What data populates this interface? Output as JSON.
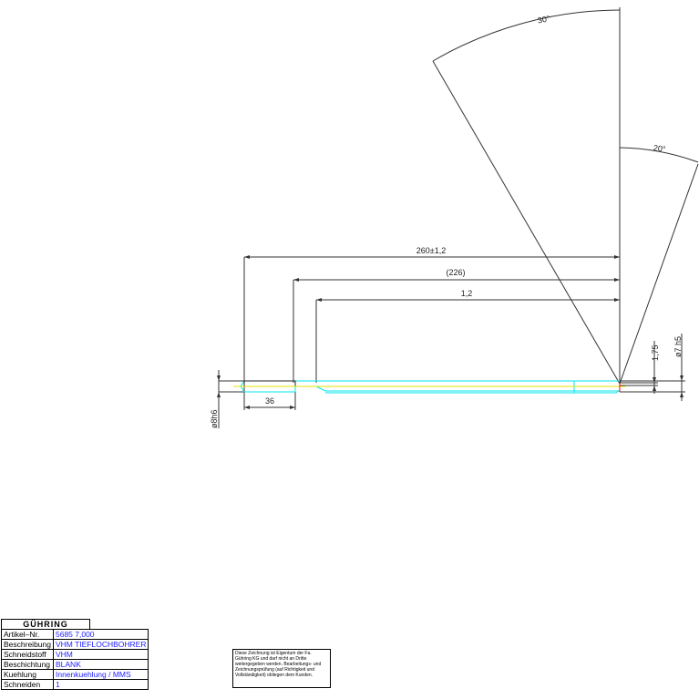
{
  "drawing": {
    "angles": {
      "top": "30°",
      "side": "20°"
    },
    "dimensions": {
      "overall_length": "260±1,2",
      "flute_length": "(226)",
      "tip_length": "1,2",
      "shank_length": "36",
      "shank_diameter": "ø8h6",
      "step": "1,75",
      "tip_diameter": "ø7 h5"
    },
    "colors": {
      "outline": "#00e5ee",
      "centerline": "#e6e600",
      "lines": "#333333",
      "mark": "#ff0000",
      "values": "#2222ff"
    }
  },
  "title_block": {
    "logo": "GÜHRING",
    "rows": [
      {
        "label": "Artikel–Nr.",
        "value": "5685  7,000"
      },
      {
        "label": "Beschreibung",
        "value": "VHM  TIEFLOCHBOHRER"
      },
      {
        "label": "Schneidstoff",
        "value": "VHM"
      },
      {
        "label": "Beschichtung",
        "value": "BLANK"
      },
      {
        "label": "Kuehlung",
        "value": "Innenkuehlung  /  MMS"
      },
      {
        "label": "Schneiden",
        "value": "1"
      }
    ],
    "note": "Diese Zeichnung ist Eigentum der Fa. Gühring KG und darf nicht an Dritte weitergegeben werden. Bearbeitungs- und Zeichnungsprüfung (auf Richtigkeit und Vollständigkeit) obliegen dem Kunden."
  }
}
